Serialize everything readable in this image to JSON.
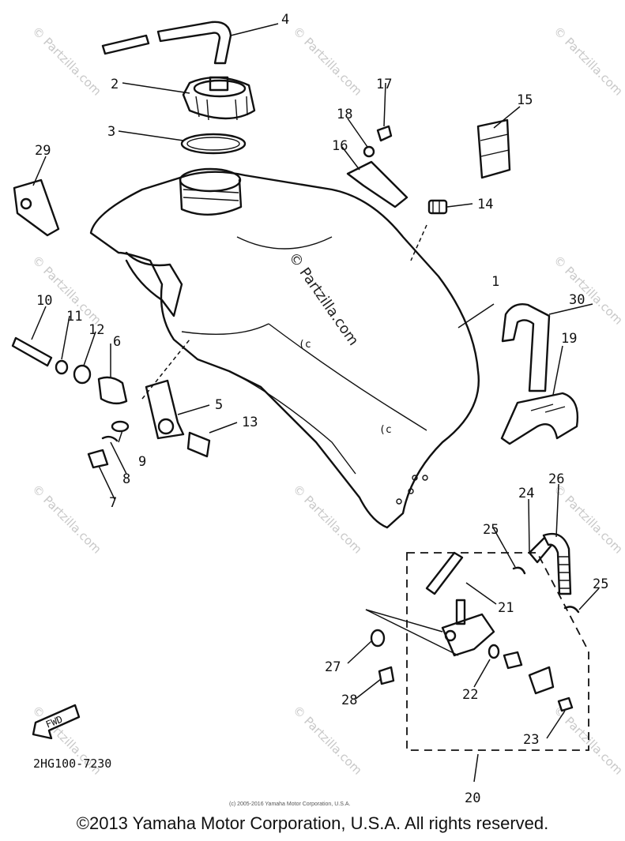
{
  "diagram": {
    "part_code": "2HG100-7230",
    "fwd_label": "FWD",
    "watermark_center": "© Partzilla.com",
    "watermark_small": "© Partzilla.com",
    "small_copyright": "(c) 2005-2016 Yamaha Motor Corporation, U.S.A.",
    "copyright": "©2013 Yamaha Motor Corporation, U.S.A. All rights reserved.",
    "callouts": [
      "1",
      "2",
      "3",
      "4",
      "5",
      "6",
      "7",
      "8",
      "9",
      "10",
      "11",
      "12",
      "13",
      "14",
      "15",
      "16",
      "17",
      "18",
      "19",
      "20",
      "21",
      "22",
      "23",
      "24",
      "25",
      "25",
      "26",
      "27",
      "28",
      "29",
      "30"
    ]
  }
}
